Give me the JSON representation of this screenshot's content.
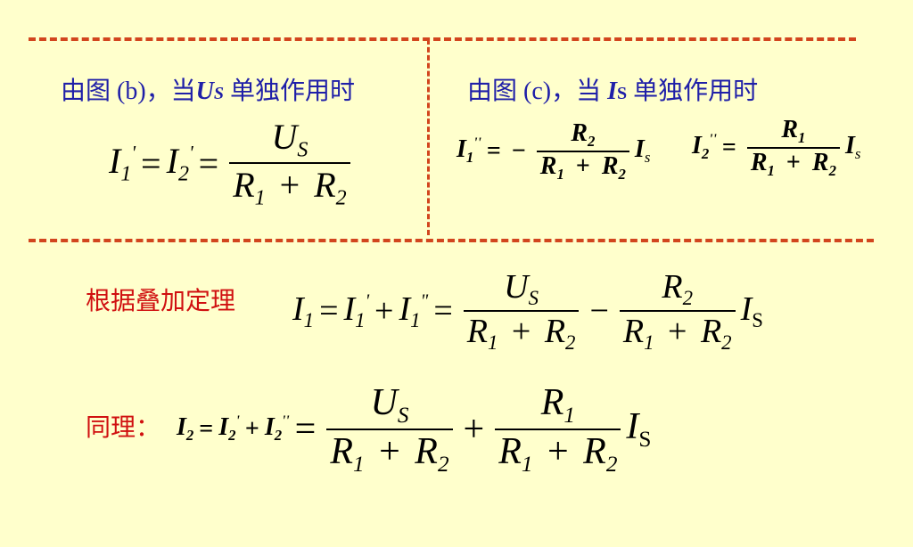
{
  "top_left": {
    "label_prefix": "由图 (b)，当",
    "label_var": "U",
    "label_sub": "S",
    "label_suffix": " 单独作用时"
  },
  "top_right": {
    "label_prefix": "由图 (c)，当 ",
    "label_var": "I",
    "label_sub": "S",
    "label_suffix": " 单独作用时"
  },
  "superposition": {
    "label": "根据叠加定理"
  },
  "similarly": {
    "label": "同理："
  },
  "symbols": {
    "I": "I",
    "U": "U",
    "R": "R",
    "sub1": "1",
    "sub2": "2",
    "subS": "S",
    "subs": "s",
    "prime": "'",
    "dprime": "\"",
    "eq": "=",
    "plus": "+",
    "minus": "−"
  }
}
